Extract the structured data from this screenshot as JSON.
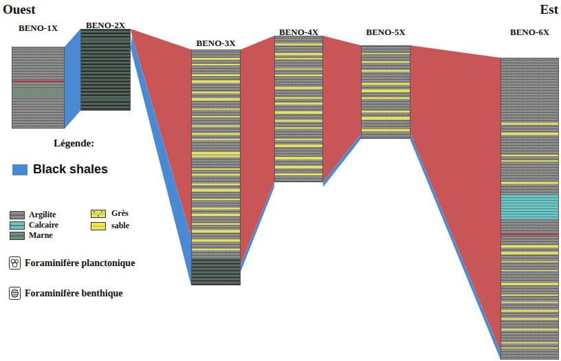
{
  "diagram": {
    "nodes": [
      {
        "text": [
          "BENO-1X"
        ]
      },
      {
        "text": [
          "BENO-2X"
        ]
      },
      {
        "text": [
          "BENO-3X"
        ]
      },
      {
        "text": [
          "BENO-4X"
        ]
      },
      {
        "text": [
          "BENO-5X"
        ]
      },
      {
        "text": [
          "BENO-6X"
        ]
      }
    ],
    "labels": [
      "Ouest",
      "Est",
      "Légende:"
    ],
    "legend": [
      {
        "text": "Black shales",
        "color": "#4a8ad4"
      },
      {
        "text": "Argilite"
      },
      {
        "text": "Calcaire"
      },
      {
        "text": "Marne"
      },
      {
        "text": "Grès"
      },
      {
        "text": "sable"
      },
      {
        "text": "Foraminifère planctonique"
      },
      {
        "text": "Foraminifère benthique"
      }
    ]
  }
}
